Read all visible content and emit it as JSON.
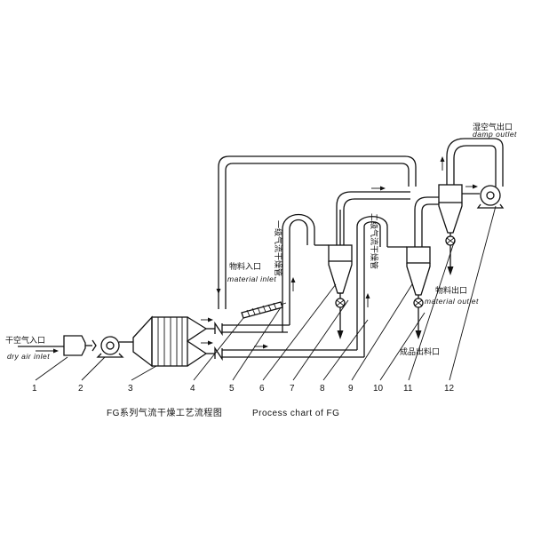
{
  "labels": {
    "dry_air_zh": "干空气入口",
    "dry_air_en": "dry  air  inlet",
    "material_in_zh": "物料入口",
    "material_in_en": "material  inlet",
    "damp_zh": "湿空气出口",
    "damp_en": "damp  outlet",
    "material_out_zh": "物料出口",
    "material_out_en": "material  outlet",
    "product_out_zh": "成品出料口",
    "stage1_dryer": "一级气流干燥管",
    "stage2_dryer": "二级气流干燥管"
  },
  "numbers": [
    "1",
    "2",
    "3",
    "4",
    "5",
    "6",
    "7",
    "8",
    "9",
    "10",
    "11",
    "12"
  ],
  "caption": {
    "zh": "FG系列气流干燥工艺流程图",
    "en": "Process  chart  of  FG"
  }
}
